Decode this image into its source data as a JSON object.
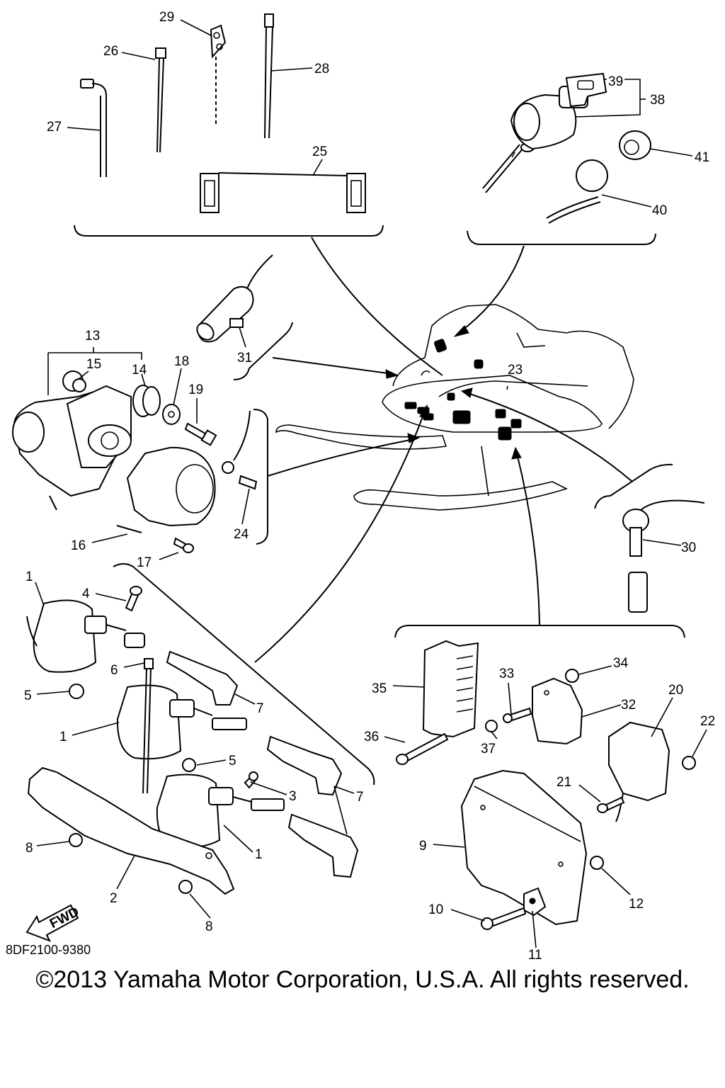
{
  "diagram": {
    "callouts": [
      "1",
      "2",
      "3",
      "4",
      "5",
      "6",
      "7",
      "8",
      "9",
      "10",
      "11",
      "12",
      "13",
      "14",
      "15",
      "16",
      "17",
      "18",
      "19",
      "20",
      "21",
      "22",
      "23",
      "24",
      "25",
      "26",
      "27",
      "28",
      "29",
      "30",
      "31",
      "32",
      "33",
      "34",
      "35",
      "36",
      "37",
      "38",
      "39",
      "40",
      "41"
    ],
    "fwd_label": "FWD",
    "drawing_number": "8DF2100-9380",
    "copyright": "©2013 Yamaha Motor Corporation, U.S.A. All rights reserved."
  }
}
